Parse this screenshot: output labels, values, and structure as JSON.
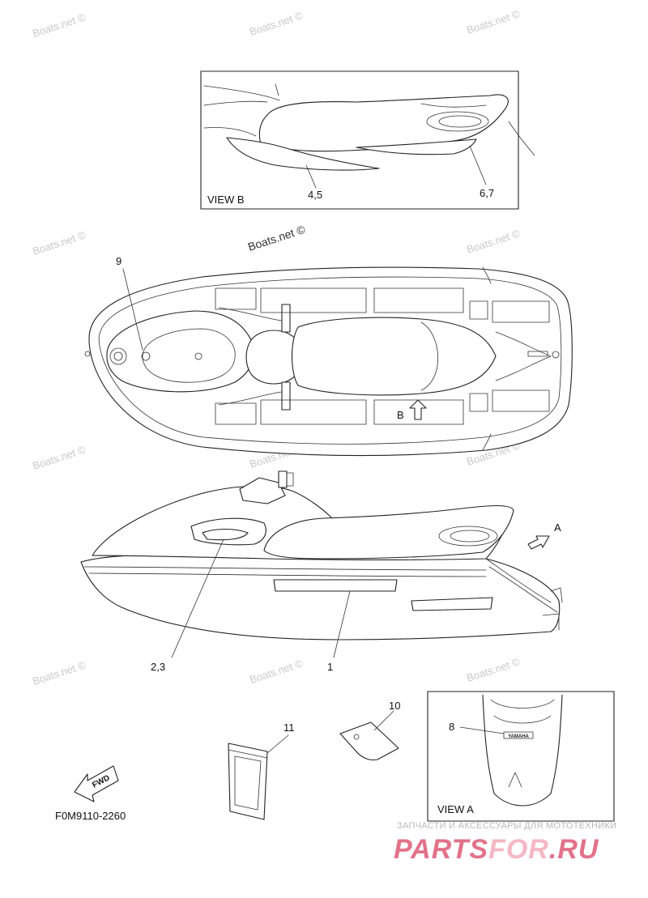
{
  "watermarks": {
    "text": "Boats.net ©"
  },
  "view_b": {
    "title": "VIEW B",
    "callout_45": "4,5",
    "callout_67": "6,7"
  },
  "top_view": {
    "callout_9": "9",
    "direction_label": "B"
  },
  "side_view": {
    "direction_label": "A",
    "callout_23": "2,3",
    "callout_1": "1"
  },
  "view_a": {
    "title": "VIEW A",
    "callout_8": "8",
    "logo_text": "YAMAHA"
  },
  "parts": {
    "callout_10": "10",
    "callout_11": "11",
    "fwd_label": "FWD"
  },
  "figure_code": "F0M9110-2260",
  "branding": {
    "tagline": "ЗАПЧАСТИ И АКСЕССУАРЫ ДЛЯ МОТОТЕХНИКИ",
    "name_a": "PARTS",
    "name_b": "FOR",
    "name_c": ".RU",
    "color_main": "#e2728a",
    "color_accent": "#f4b8c4"
  }
}
